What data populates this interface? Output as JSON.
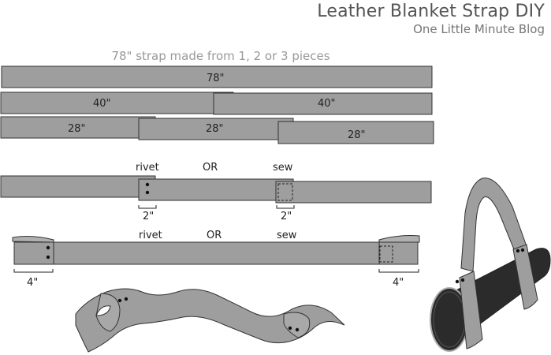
{
  "header": {
    "title": "Leather Blanket Strap DIY",
    "subtitle": "One Little Minute Blog"
  },
  "pieces": {
    "caption": "78\" strap made from 1, 2 or 3 pieces",
    "one_piece_label": "78\"",
    "two_piece_label_a": "40\"",
    "two_piece_label_b": "40\"",
    "three_piece_label_a": "28\"",
    "three_piece_label_b": "28\"",
    "three_piece_label_c": "28\""
  },
  "join": {
    "rivet_label": "rivet",
    "or_label": "OR",
    "sew_label": "sew",
    "rivet_overlap": "2\"",
    "sew_overlap": "2\""
  },
  "ends": {
    "rivet_label": "rivet",
    "or_label": "OR",
    "sew_label": "sew",
    "left_fold": "4\"",
    "right_fold": "4\""
  },
  "colors": {
    "strap_fill": "#9e9e9e",
    "strap_stroke": "#333333",
    "roll_fill": "#2b2b2b",
    "rivet": "#111111"
  }
}
